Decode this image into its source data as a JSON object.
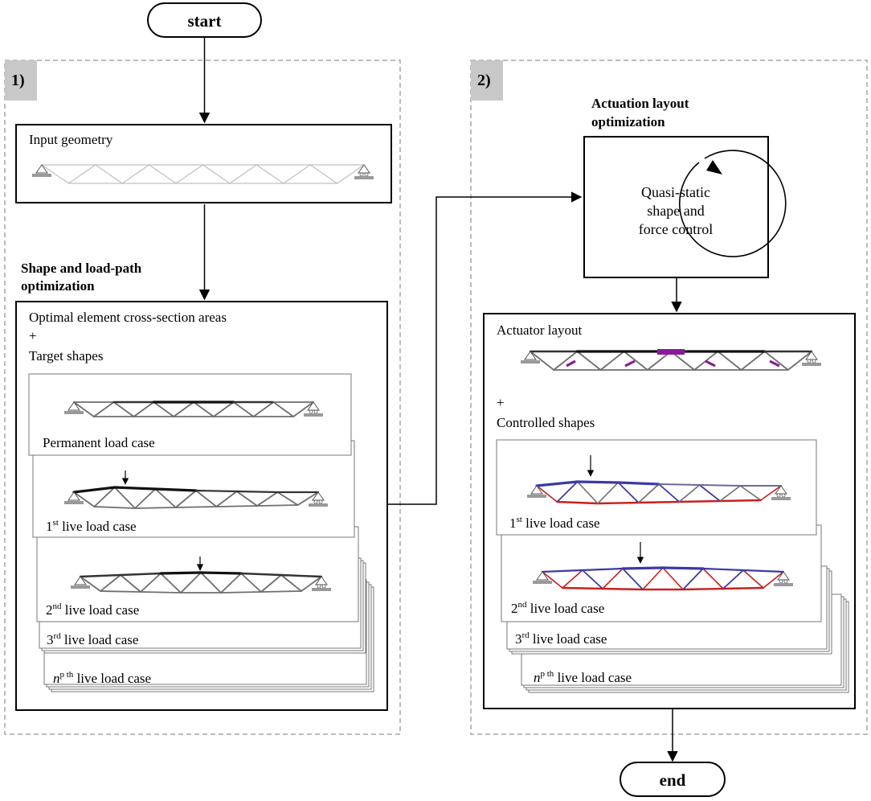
{
  "terminals": {
    "start": "start",
    "end": "end"
  },
  "panel1": {
    "label": "1)",
    "input_box_title": "Input geometry",
    "section_heading_line1": "Shape and load-path",
    "section_heading_line2": "optimization",
    "areas_title": "Optimal element cross-section areas",
    "plus": "+",
    "target_shapes": "Target shapes",
    "permanent_case": "Permanent load case",
    "cases": [
      {
        "num": "1",
        "sup": "st",
        "rest": " live load case"
      },
      {
        "num": "2",
        "sup": "nd",
        "rest": " live load case"
      },
      {
        "num": "3",
        "sup": "rd",
        "rest": " live load case"
      },
      {
        "num": "n",
        "sup": "p th",
        "rest": " live load case"
      }
    ]
  },
  "panel2": {
    "label": "2)",
    "heading_line1": "Actuation layout",
    "heading_line2": "optimization",
    "cycle_line1": "Quasi-static",
    "cycle_line2": "shape and",
    "cycle_line3": "force control",
    "actuator_layout": "Actuator layout",
    "plus": "+",
    "controlled_shapes": "Controlled shapes",
    "cases": [
      {
        "num": "1",
        "sup": "st",
        "rest": " live load case"
      },
      {
        "num": "2",
        "sup": "nd",
        "rest": " live load case"
      },
      {
        "num": "3",
        "sup": "rd",
        "rest": " live load case"
      },
      {
        "num": "n",
        "sup": "p th",
        "rest": " live load case"
      }
    ]
  },
  "colors": {
    "panel_border": "#a6a6a6",
    "panel_label_bg": "#c8c8c8",
    "truss_light": "#c0c0c0",
    "truss_mid": "#6e6e6e",
    "truss_dark": "#111111",
    "actuator": "#8b1a9a",
    "compression": "#3a3aa8",
    "tension": "#c8201e",
    "support": "#999999"
  },
  "icons": {
    "support": "pin-support-icon",
    "roller": "roller-support-icon",
    "load": "load-arrow-icon",
    "cycle": "cycle-arrow-icon"
  }
}
